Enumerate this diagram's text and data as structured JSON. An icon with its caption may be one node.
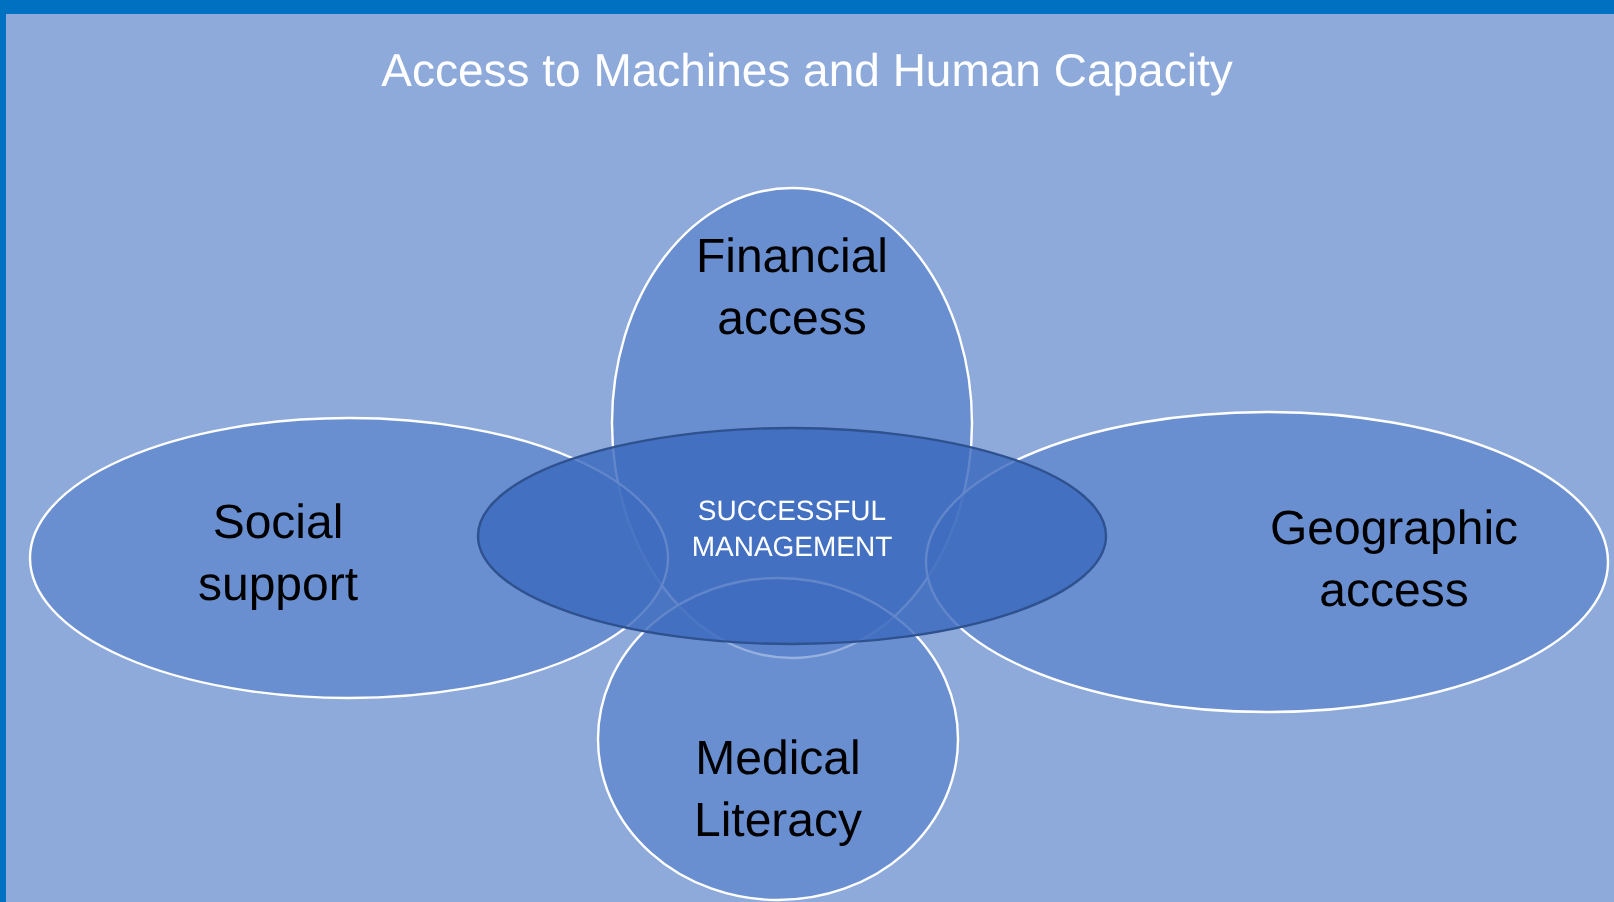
{
  "diagram": {
    "title": "Access to Machines and Human Capacity",
    "nodes": [
      {
        "text": [
          "Financial access"
        ]
      },
      {
        "text": [
          "Social support"
        ]
      },
      {
        "text": [
          "SUCCESSFUL MANAGEMENT"
        ]
      },
      {
        "text": [
          "Geographic access"
        ]
      },
      {
        "text": [
          "Medical Literacy"
        ]
      }
    ]
  }
}
